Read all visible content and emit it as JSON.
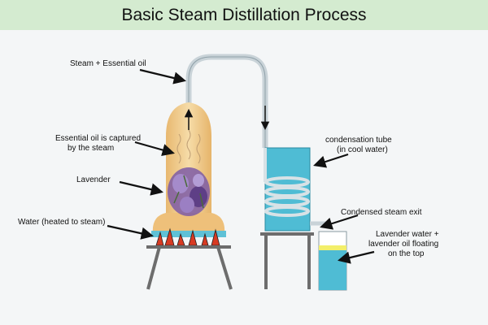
{
  "title": "Basic Steam Distillation Process",
  "labels": {
    "steam_oil": "Steam + Essential oil",
    "oil_captured_1": "Essential oil is captured",
    "oil_captured_2": "by the steam",
    "lavender": "Lavender",
    "water": "Water (heated to steam)",
    "condensation_1": "condensation tube",
    "condensation_2": "(in cool water)",
    "steam_exit": "Condensed steam exit",
    "lavender_water_1": "Lavender water +",
    "lavender_water_2": "lavender oil floating",
    "lavender_water_3": "on the top"
  },
  "colors": {
    "title_bar": "#d4ebd0",
    "vessel": "#f0c988",
    "cool_water": "#4fbcd4",
    "pipe": "#c9d3d8",
    "stand": "#6d6d6d",
    "flame": "#d83a22",
    "arrow": "#111111",
    "lavender": "#8a6bb5",
    "collected_oil": "#f3ef6a"
  },
  "icons": [
    "flame-icon",
    "lavender-icon",
    "steam-wave-icon",
    "arrow-icon"
  ]
}
